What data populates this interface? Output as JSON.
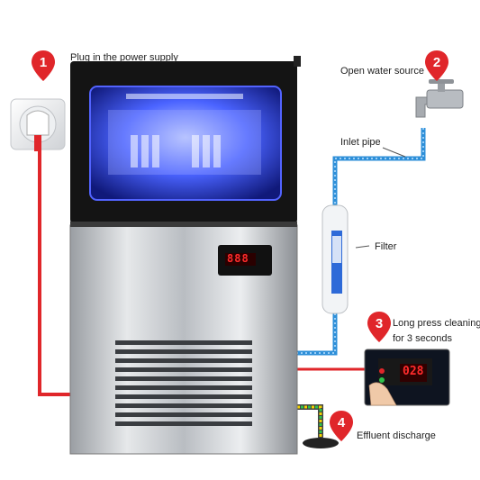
{
  "steps": [
    {
      "number": "1",
      "text": "Plug in the power supply"
    },
    {
      "number": "2",
      "text": "Open water source"
    },
    {
      "number": "3",
      "text_line1": "Long press cleaning",
      "text_line2": "for 3 seconds"
    },
    {
      "number": "4",
      "text": "Effluent discharge"
    }
  ],
  "labels": {
    "inlet_pipe": "Inlet pipe",
    "filter": "Filter"
  },
  "displays": {
    "machine": "888",
    "control_panel": "028"
  },
  "colors": {
    "pin": "#e0262a",
    "power_cable": "#e0262a",
    "water_pipe": "#2e8fd8",
    "window_glow": "#2f48ff"
  },
  "icons": [
    "power-socket-icon",
    "water-faucet-icon",
    "filter-cartridge-icon",
    "hand-press-icon"
  ]
}
